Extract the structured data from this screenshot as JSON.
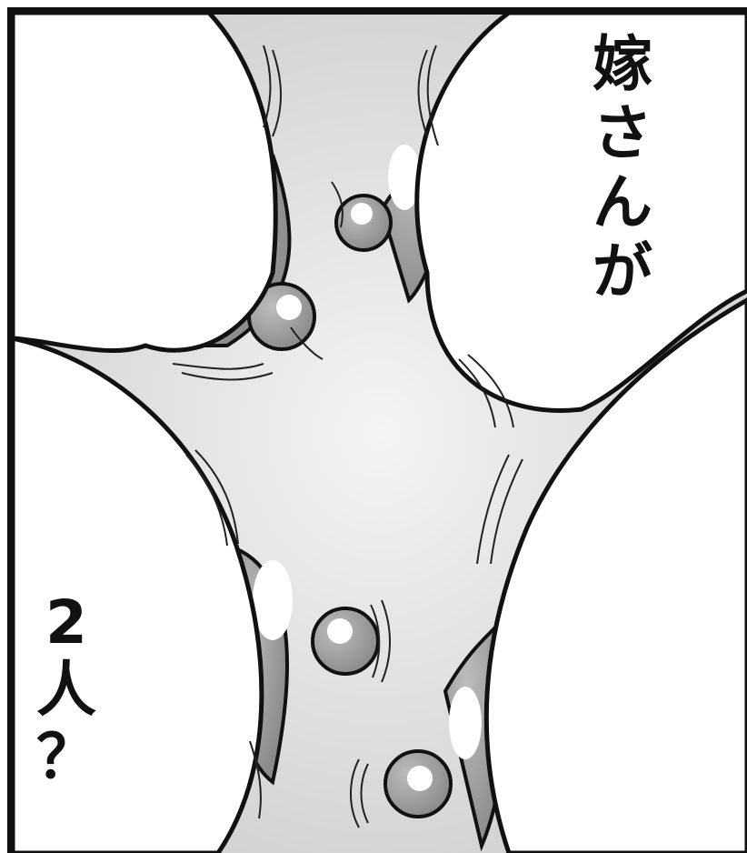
{
  "panel": {
    "speech_right": [
      "嫁",
      "さ",
      "ん",
      "が"
    ],
    "speech_left": [
      "2",
      "人",
      "？"
    ]
  }
}
